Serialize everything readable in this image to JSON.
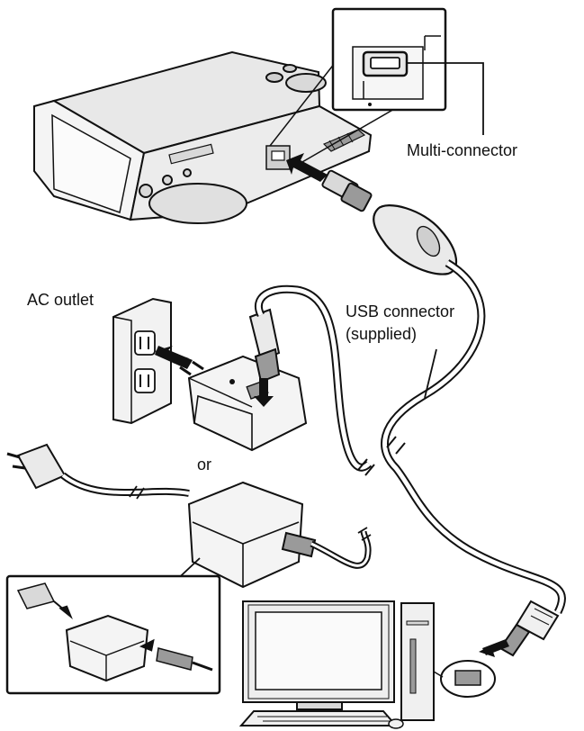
{
  "labels": {
    "multi_connector": "Multi-connector",
    "ac_outlet": "AC outlet",
    "usb_connector_line1": "USB connector",
    "usb_connector_line2": "(supplied)",
    "or": "or"
  },
  "colors": {
    "stroke": "#111111",
    "fill_light": "#f2f2f2",
    "fill_mid": "#d9d9d9",
    "fill_dark": "#9a9a9a",
    "background": "#ffffff"
  }
}
